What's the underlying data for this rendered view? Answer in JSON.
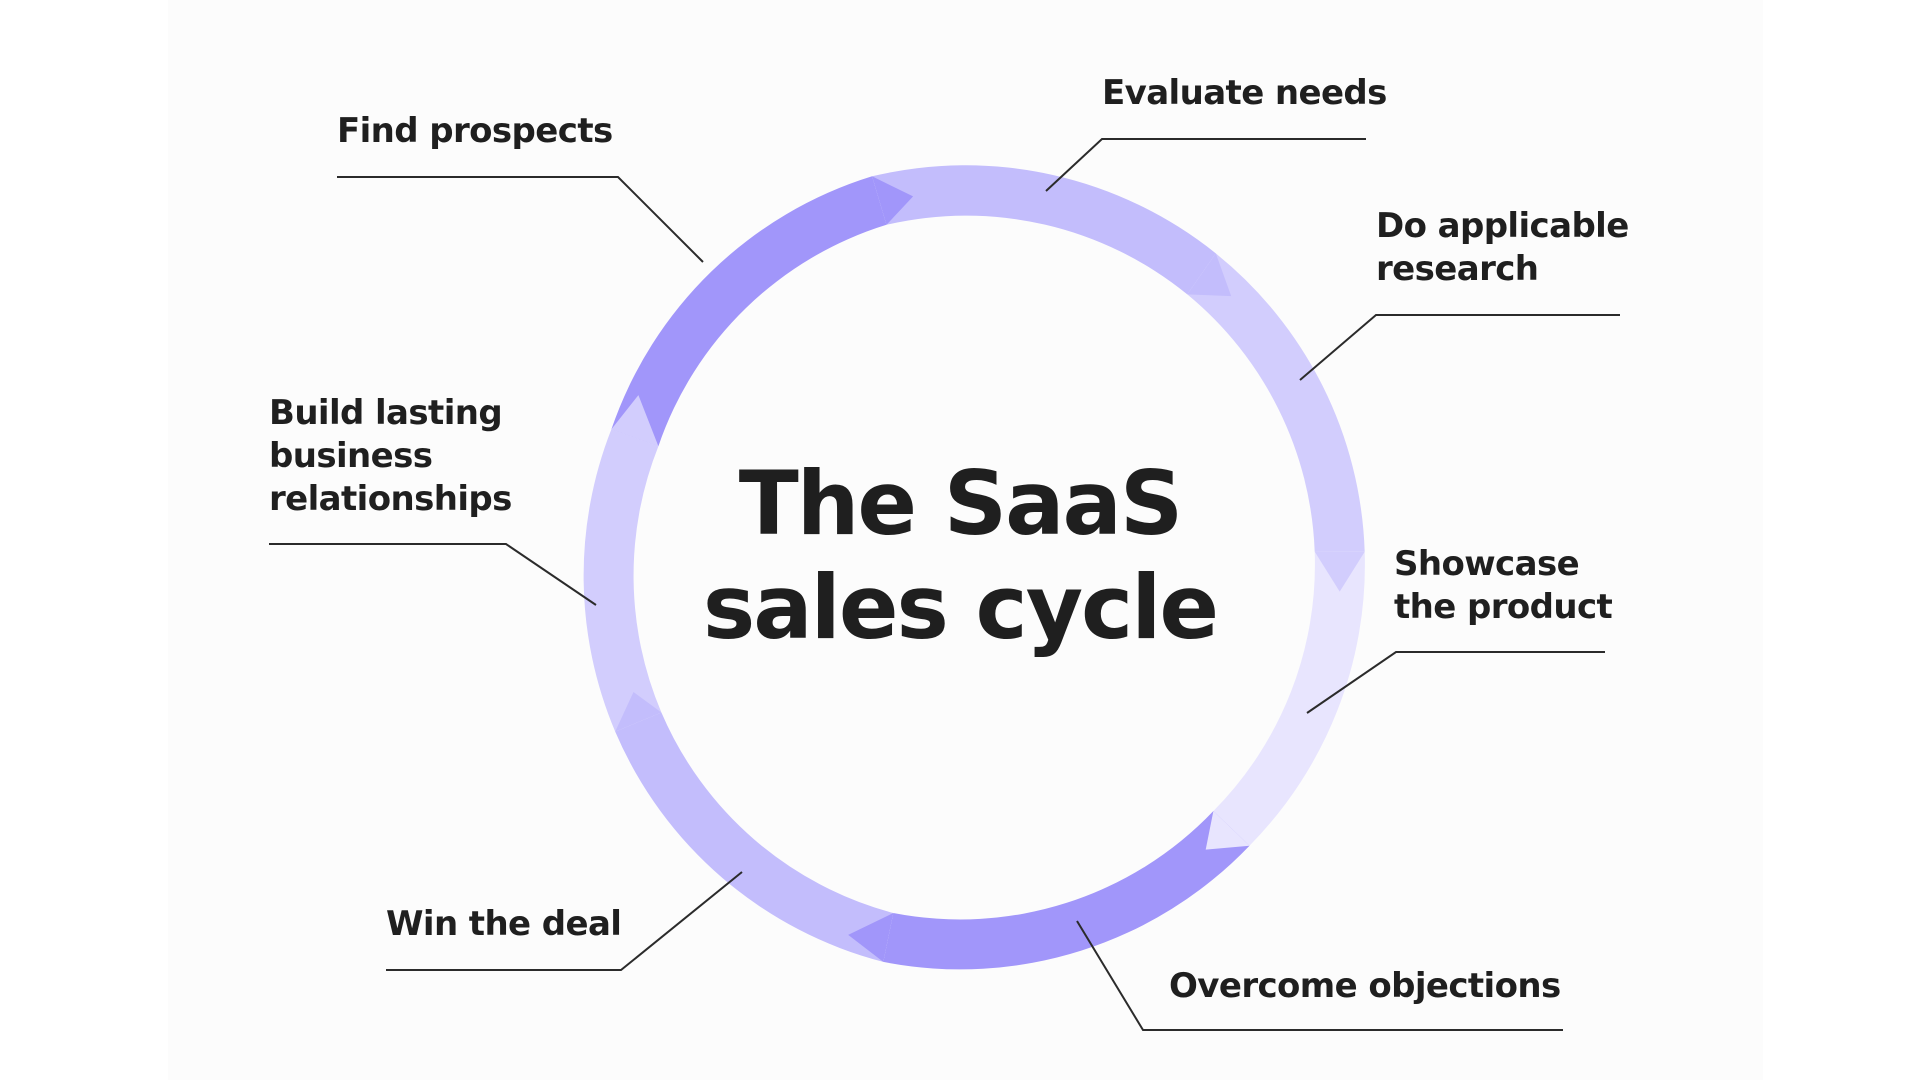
{
  "diagram": {
    "title": "The SaaS\nsales cycle",
    "stages": [
      {
        "id": "find-prospects",
        "label": "Find prospects"
      },
      {
        "id": "evaluate-needs",
        "label": "Evaluate needs"
      },
      {
        "id": "do-applicable-research",
        "label": "Do applicable\nresearch"
      },
      {
        "id": "showcase-the-product",
        "label": "Showcase\nthe product"
      },
      {
        "id": "overcome-objections",
        "label": "Overcome objections"
      },
      {
        "id": "win-the-deal",
        "label": "Win the deal"
      },
      {
        "id": "build-lasting-business-relationships",
        "label": "Build lasting\nbusiness\nrelationships"
      }
    ]
  },
  "colors": {
    "panel_background": "#fcfcfc",
    "text": "#1f1f1f",
    "leader_line": "#2b2b2b",
    "ring_dark": "#a196fa",
    "ring_mid": "#c3bdfc",
    "ring_light": "#d2cdfd",
    "ring_lightest": "#e8e5fe"
  }
}
